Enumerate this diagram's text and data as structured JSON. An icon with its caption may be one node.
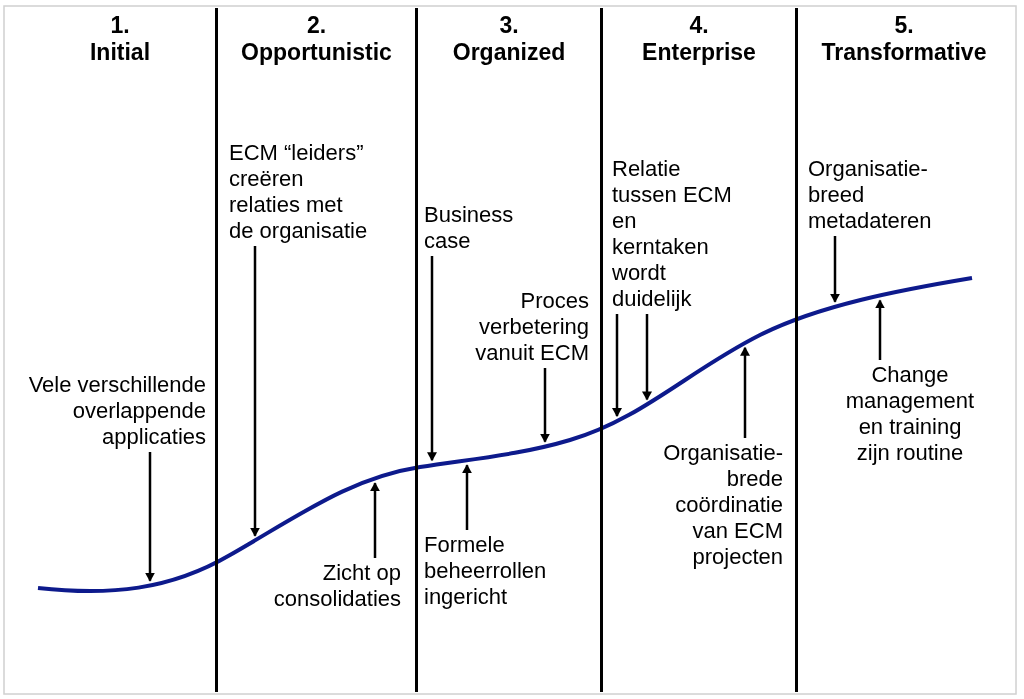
{
  "diagram": {
    "nodes": [
      {
        "text": [
          "1. Initial"
        ]
      },
      {
        "text": [
          "2. Opportunistic"
        ]
      },
      {
        "text": [
          "3. Organized"
        ]
      },
      {
        "text": [
          "4. Enterprise"
        ]
      },
      {
        "text": [
          "5. Transformative"
        ]
      },
      {
        "text": [],
        "shape": "curve"
      },
      {
        "text": [
          "Vele verschillende overlappende applicaties"
        ],
        "in": 0
      },
      {
        "text": [
          "ECM “leiders” creëren relaties met de organisatie"
        ],
        "in": 1
      },
      {
        "text": [
          "Zicht op consolidaties"
        ],
        "in": 1
      },
      {
        "text": [
          "Business case"
        ],
        "in": 2
      },
      {
        "text": [
          "Proces verbetering vanuit ECM"
        ]
      },
      {
        "text": [
          "Formele beheerrollen ingericht"
        ],
        "in": 2
      },
      {
        "text": [
          "Relatie tussen ECM en kerntaken wordt duidelijk"
        ],
        "in": 3
      },
      {
        "text": [
          "Organisatie-brede coördinatie van ECM projecten"
        ]
      },
      {
        "text": [
          "Organisatie-breed metadateren"
        ],
        "in": 4
      },
      {
        "text": [
          "Change management en training zijn routine"
        ]
      }
    ],
    "edges": [
      {
        "from": 6,
        "to": 5,
        "arrow": "to"
      },
      {
        "from": 7,
        "to": 5,
        "arrow": "to"
      },
      {
        "from": 8,
        "to": 5,
        "arrow": "to"
      },
      {
        "from": 9,
        "to": 5,
        "arrow": "to"
      },
      {
        "from": 10,
        "to": 5,
        "arrow": "to"
      },
      {
        "from": 11,
        "to": 5,
        "arrow": "to"
      },
      {
        "from": 12,
        "to": 5,
        "arrow": "to"
      },
      {
        "from": 12,
        "to": 5,
        "arrow": "to"
      },
      {
        "from": 13,
        "to": 5,
        "arrow": "to"
      },
      {
        "from": 14,
        "to": 5,
        "arrow": "to"
      },
      {
        "from": 15,
        "to": 5,
        "arrow": "to"
      }
    ]
  }
}
